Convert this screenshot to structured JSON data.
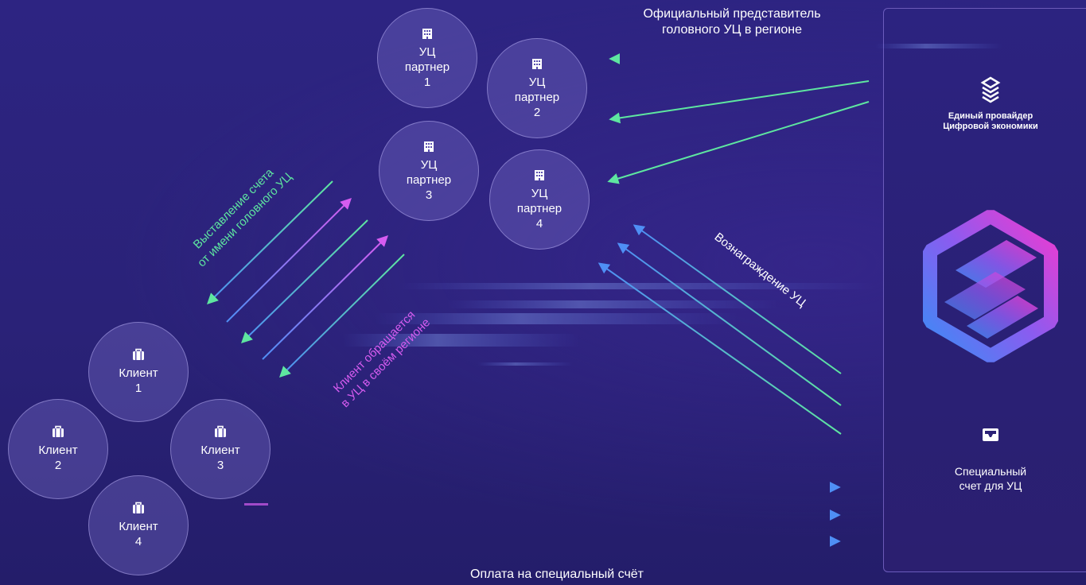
{
  "top_caption": [
    "Официальный представитель",
    "головного УЦ в регионе"
  ],
  "partners": [
    {
      "lines": [
        "УЦ",
        "партнер",
        "1"
      ]
    },
    {
      "lines": [
        "УЦ",
        "партнер",
        "2"
      ]
    },
    {
      "lines": [
        "УЦ",
        "партнер",
        "3"
      ]
    },
    {
      "lines": [
        "УЦ",
        "партнер",
        "4"
      ]
    }
  ],
  "clients": [
    {
      "lines": [
        "Клиент",
        "1"
      ]
    },
    {
      "lines": [
        "Клиент",
        "2"
      ]
    },
    {
      "lines": [
        "Клиент",
        "3"
      ]
    },
    {
      "lines": [
        "Клиент",
        "4"
      ]
    }
  ],
  "invoice_label": [
    "Выставление счета",
    "от имени головного УЦ"
  ],
  "client_request_label": [
    "Клиент обращается",
    "в УЦ в своём регионе"
  ],
  "reward_label": "Вознаграждение УЦ",
  "payment_label": "Оплата на специальный счёт",
  "provider": {
    "lines": [
      "Единый провайдер",
      "Цифровой экономики"
    ]
  },
  "special_account": {
    "lines": [
      "Специальный",
      "счет для УЦ"
    ]
  },
  "colors": {
    "green": "#5ee6a0",
    "blue": "#4f8ff5",
    "magenta": "#d65cf0"
  },
  "icons": {
    "partner": "building-icon",
    "client": "briefcase-icon",
    "account": "inbox-icon",
    "provider": "layers-logo-icon"
  }
}
